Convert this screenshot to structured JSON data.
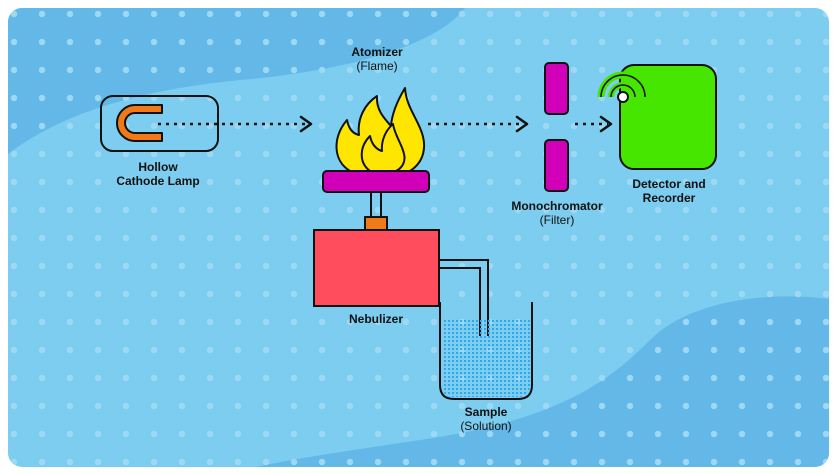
{
  "colors": {
    "background": "#7dcdf0",
    "background_dark": "#63b8e8",
    "dots": "#9ed9f4",
    "lamp_arc": "#f07a18",
    "flame": "#ffe600",
    "burner": "#d100b8",
    "connector": "#f07a18",
    "nebulizer": "#ff4d5e",
    "monochromator": "#d100b8",
    "detector": "#47e600",
    "liquid": "#2ea8e6",
    "outline": "#111111"
  },
  "labels": {
    "lamp": {
      "line1": "Hollow",
      "line2": "Cathode Lamp"
    },
    "atomizer": {
      "line1": "Atomizer",
      "line2": "(Flame)"
    },
    "nebulizer": {
      "line1": "Nebulizer"
    },
    "monochromator": {
      "line1": "Monochromator",
      "line2": "(Filter)"
    },
    "detector": {
      "line1": "Detector and",
      "line2": "Recorder"
    },
    "sample": {
      "line1": "Sample",
      "line2": "(Solution)"
    }
  },
  "icons": [
    "hollow-cathode-lamp-icon",
    "flame-icon",
    "burner-icon",
    "nebulizer-icon",
    "monochromator-icon",
    "detector-icon",
    "sensor-icon",
    "beaker-icon"
  ]
}
